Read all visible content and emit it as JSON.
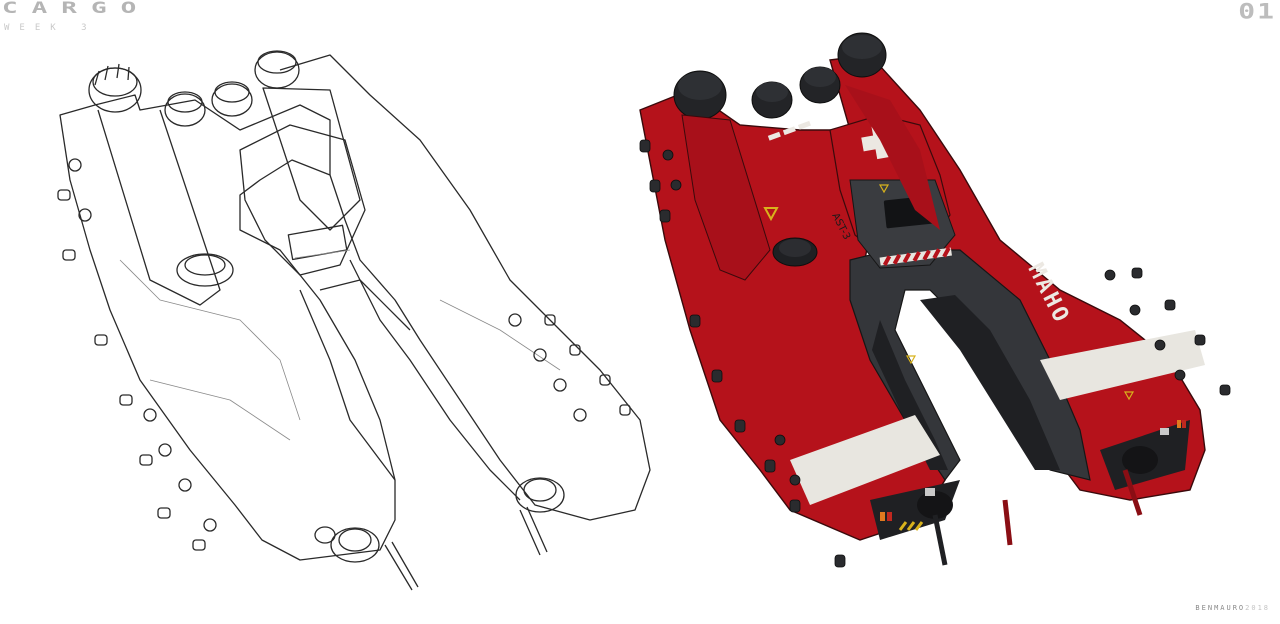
{
  "header": {
    "title": "CARGO",
    "subtitle": "WEEK 3",
    "sheet_number": "01"
  },
  "artwork": {
    "left_panel": "line-art sketch of cargo ship",
    "right_panel": "colored render of cargo ship",
    "hull_markings": {
      "side_text": "MAHO",
      "ident": "AST-3",
      "emblem": "white-cross"
    },
    "colors": {
      "hull_red": "#b5121b",
      "hull_shadow": "#8a0e14",
      "frame_gray": "#3a3c40",
      "dark": "#1e1f22",
      "stripe_white": "#e8e6e0",
      "warning_yellow": "#d8b21c",
      "background": "#ffffff"
    }
  },
  "footer": {
    "credit_name": "BENMAURO",
    "credit_year": "2018"
  }
}
